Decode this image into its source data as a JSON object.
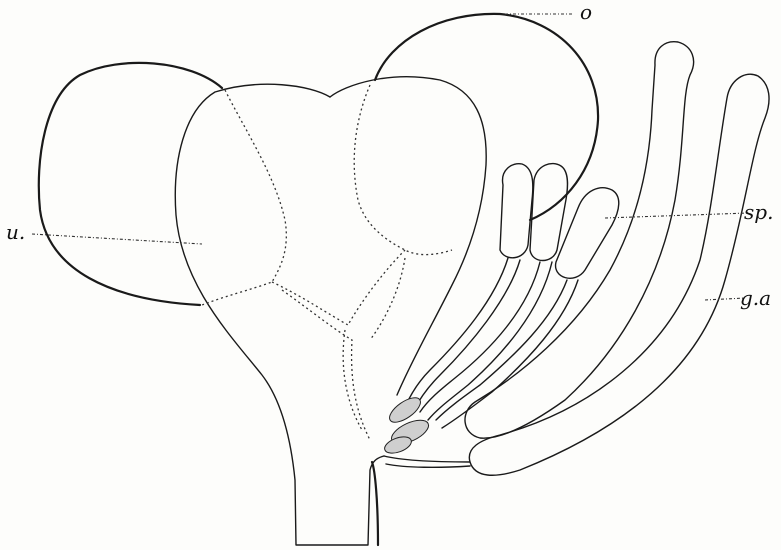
{
  "labels": {
    "o": "o",
    "u": "u.",
    "sp": "sp.",
    "ga": "g.a"
  },
  "colors": {
    "ink": "#1a1a1a",
    "paper": "#fdfdfb"
  }
}
